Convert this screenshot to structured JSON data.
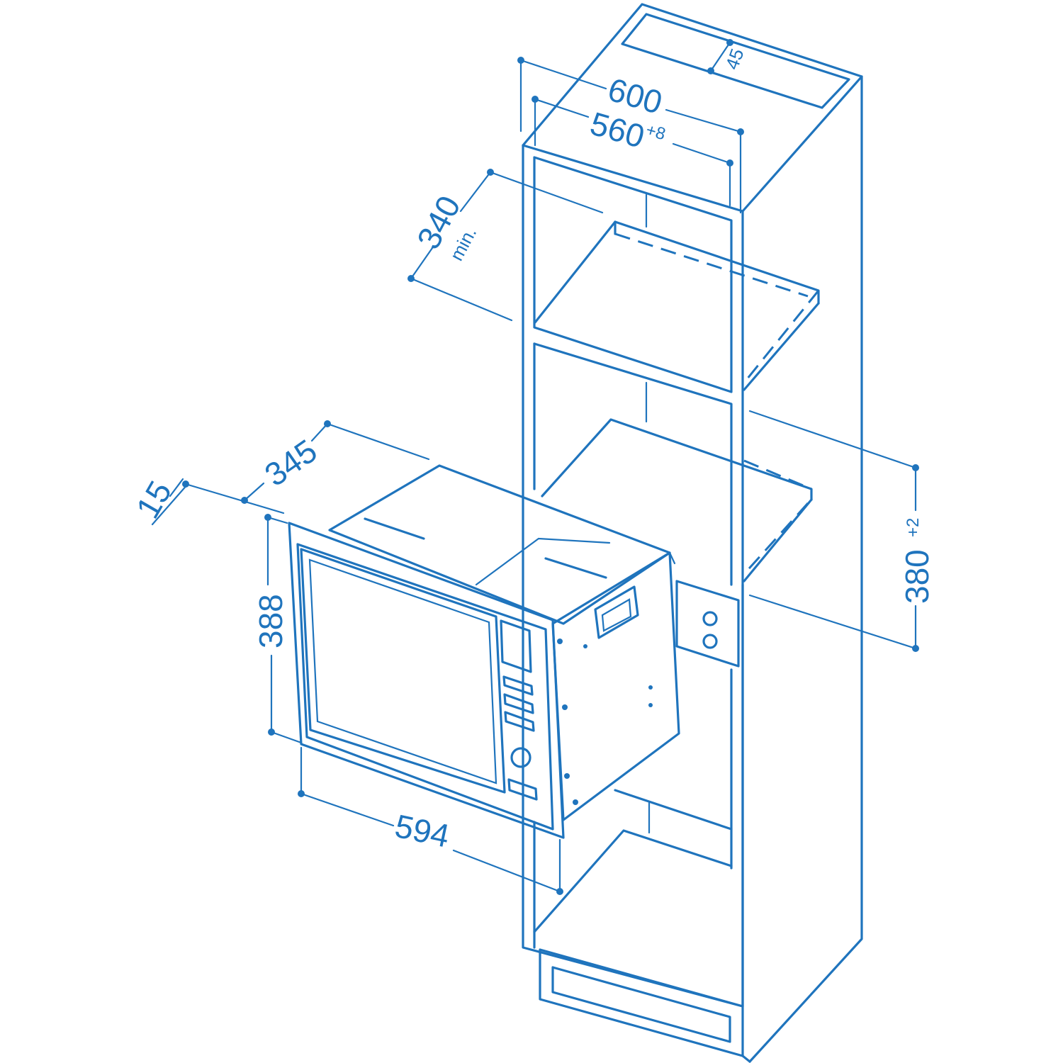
{
  "dimensions": {
    "d600": "600",
    "d560": "560",
    "d560_tol": "+8",
    "d45": "45",
    "d340": "340",
    "d340_note": "min.",
    "d345": "345",
    "d15": "15",
    "d388": "388",
    "d594": "594",
    "d380": "380",
    "d380_tol": "+2"
  },
  "colors": {
    "line": "#1f74bd",
    "background": "#ffffff"
  }
}
